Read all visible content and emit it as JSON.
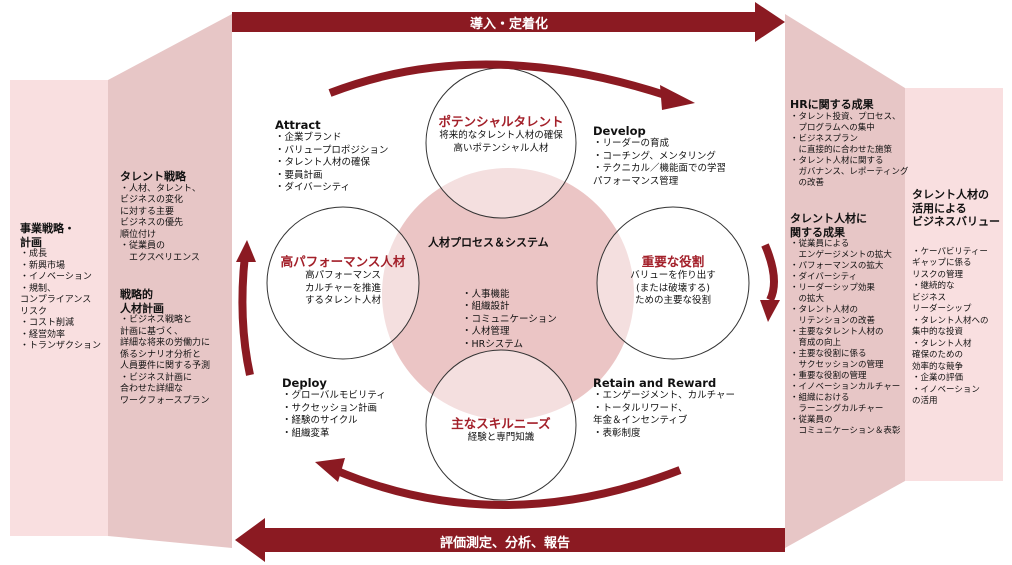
{
  "colors": {
    "arrow": "#8b1a22",
    "panel_light": "#f9dfe0",
    "panel_dark": "#e7c6c6",
    "center_circle": "#ebc5c5",
    "accent_text": "#a3202a"
  },
  "top_arrow": {
    "label": "導入・定着化"
  },
  "bottom_arrow": {
    "label": "評価測定、分析、報告"
  },
  "left_outer": {
    "title": "事業戦略・\n計画",
    "items": [
      "・成長",
      "・新興市場",
      "・イノベーション",
      "・規制、\nコンプライアンス\nリスク",
      "・コスト削減",
      "・経営効率",
      "・トランザクション"
    ]
  },
  "talent_strategy": {
    "title": "タレント戦略",
    "items": [
      "・人材、タレント、\nビジネスの変化\nに対する主要\nビジネスの優先\n順位付け",
      "・従業員の\n　エクスペリエンス"
    ]
  },
  "workforce_planning": {
    "title": "戦略的\n人材計画",
    "items": [
      "・ビジネス戦略と\n計画に基づく、\n詳細な将来の労働力に\n係るシナリオ分析と\n人員要件に関する予測",
      "・ビジネス計画に\n合わせた詳細な\nワークフォースプラン"
    ]
  },
  "hr_outcomes": {
    "title": "HRに関する成果",
    "items": [
      "・タレント投資、プロセス、\n　プログラムへの集中",
      "・ビジネスプラン\n　に直接的に合わせた施策",
      "・タレント人材に関する\n　ガバナンス、レポーティング\n　の改善"
    ]
  },
  "talent_outcomes": {
    "title": "タレント人材に\n関する成果",
    "items": [
      "・従業員による\n　エンゲージメントの拡大",
      "・パフォーマンスの拡大",
      "・ダイバーシティ",
      "・リーダーシップ効果\n　の拡大",
      "・タレント人材の\n　リテンションの改善",
      "・主要なタレント人材の\n　育成の向上",
      "・主要な役割に係る\n　サクセッションの管理",
      "・重要な役割の管理",
      "・イノベーションカルチャー",
      "・組織における\n　ラーニングカルチャー",
      "・従業員の\n　コミュニケーション＆表彰"
    ]
  },
  "business_value": {
    "title": "タレント人材の\n活用による\nビジネスバリュー",
    "items": [
      "・ケーパビリティー\nギャップに係る\nリスクの管理",
      "・継続的な\nビジネス\nリーダーシップ",
      "・タレント人材への\n集中的な投資",
      "・タレント人材\n確保のための\n効率的な競争",
      "・企業の評価",
      "・イノベーション\nの活用"
    ]
  },
  "attract": {
    "title": "Attract",
    "items": [
      "・企業ブランド",
      "・バリュープロポジション",
      "・タレント人材の確保",
      "・要員計画",
      "・ダイバーシティ"
    ]
  },
  "develop": {
    "title": "Develop",
    "items": [
      "・リーダーの育成",
      "・コーチング、メンタリング",
      "・テクニカル／機能面での学習",
      "パフォーマンス管理"
    ]
  },
  "deploy": {
    "title": "Deploy",
    "items": [
      "・グローバルモビリティ",
      "・サクセッション計画",
      "・経験のサイクル",
      "・組織変革"
    ]
  },
  "retain": {
    "title": "Retain and Reward",
    "items": [
      "・エンゲージメント、カルチャー",
      "・トータルリワード、\n年金＆インセンティブ",
      "・表彰制度"
    ]
  },
  "center": {
    "title": "人材プロセス＆システム",
    "items": [
      "・人事機能",
      "・組織設計",
      "・コミュニケーション",
      "・人材管理",
      "・HRシステム"
    ]
  },
  "circles": {
    "potential": {
      "title": "ポテンシャルタレント",
      "text": "将来的なタレント人材の確保\n高いポテンシャル人材"
    },
    "high_performance": {
      "title": "高パフォーマンス人材",
      "text": "高パフォーマンス\nカルチャーを推進\nするタレント人材"
    },
    "critical_roles": {
      "title": "重要な役割",
      "text": "バリューを作り出す\n(または破壊する)\nための主要な役割"
    },
    "key_skills": {
      "title": "主なスキルニーズ",
      "text": "経験と専門知識"
    }
  }
}
